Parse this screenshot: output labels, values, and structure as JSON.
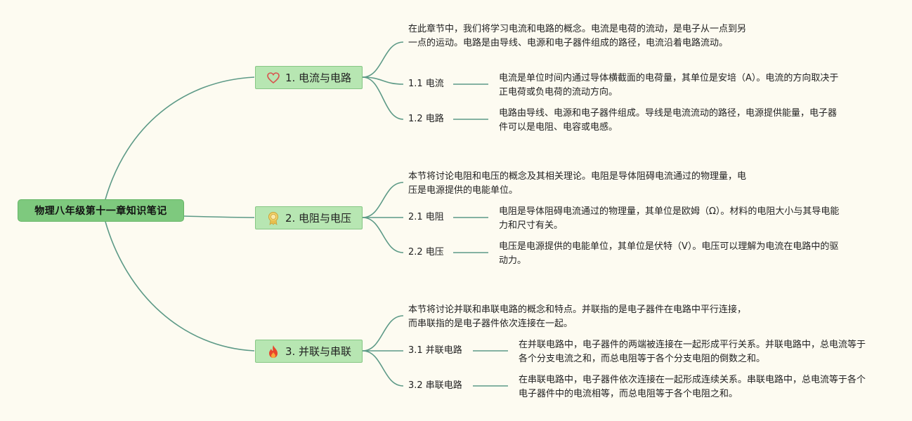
{
  "root": {
    "title": "物理八年级第十一章知识笔记"
  },
  "topics": [
    {
      "label": "1. 电流与电路",
      "icon": "heart-icon",
      "intro": "在此章节中，我们将学习电流和电路的概念。电流是电荷的流动，是电子从一点到另一点的运动。电路是由导线、电源和电子器件组成的路径，电流沿着电路流动。",
      "subs": [
        {
          "label": "1.1 电流",
          "desc": "电流是单位时间内通过导体横截面的电荷量，其单位是安培（A）。电流的方向取决于正电荷或负电荷的流动方向。"
        },
        {
          "label": "1.2 电路",
          "desc": "电路由导线、电源和电子器件组成。导线是电流流动的路径，电源提供能量，电子器件可以是电阻、电容或电感。"
        }
      ]
    },
    {
      "label": "2. 电阻与电压",
      "icon": "award-medal-icon",
      "intro": "本节将讨论电阻和电压的概念及其相关理论。电阻是导体阻碍电流通过的物理量，电压是电源提供的电能单位。",
      "subs": [
        {
          "label": "2.1 电阻",
          "desc": "电阻是导体阻碍电流通过的物理量，其单位是欧姆（Ω）。材料的电阻大小与其导电能力和尺寸有关。"
        },
        {
          "label": "2.2 电压",
          "desc": "电压是电源提供的电能单位，其单位是伏特（V）。电压可以理解为电流在电路中的驱动力。"
        }
      ]
    },
    {
      "label": "3. 并联与串联",
      "icon": "fire-icon",
      "intro": "本节将讨论并联和串联电路的概念和特点。并联指的是电子器件在电路中平行连接，而串联指的是电子器件依次连接在一起。",
      "subs": [
        {
          "label": "3.1 并联电路",
          "desc": "在并联电路中，电子器件的两端被连接在一起形成平行关系。并联电路中，总电流等于各个分支电流之和，而总电阻等于各个分支电阻的倒数之和。"
        },
        {
          "label": "3.2 串联电路",
          "desc": "在串联电路中，电子器件依次连接在一起形成连续关系。串联电路中，总电流等于各个电子器件中的电流相等，而总电阻等于各个电阻之和。"
        }
      ]
    }
  ],
  "colors": {
    "link": "#5d9a87",
    "root_fill": "#7ec97e",
    "topic_fill": "#b7e6b2",
    "background": "#fdfbf1"
  }
}
